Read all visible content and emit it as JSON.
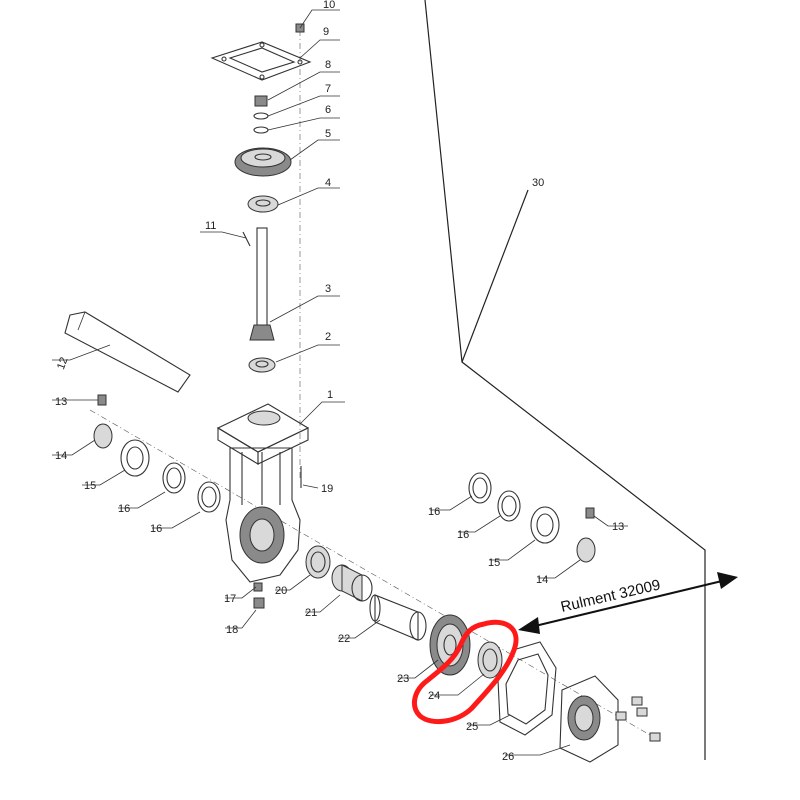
{
  "diagram": {
    "part_numbers": [
      "1",
      "2",
      "3",
      "4",
      "5",
      "6",
      "7",
      "8",
      "9",
      "10",
      "11",
      "12",
      "13",
      "14",
      "15",
      "16",
      "17",
      "18",
      "19",
      "20",
      "21",
      "22",
      "23",
      "24",
      "25",
      "26",
      "30"
    ],
    "duplicate_labels": [
      "13",
      "14",
      "15",
      "16",
      "16",
      "16"
    ],
    "annotation": {
      "text": "Rulment 32009",
      "highlight_color": "#ff1a1a",
      "arrow_color": "#111111",
      "highlighted_part": "24"
    }
  }
}
